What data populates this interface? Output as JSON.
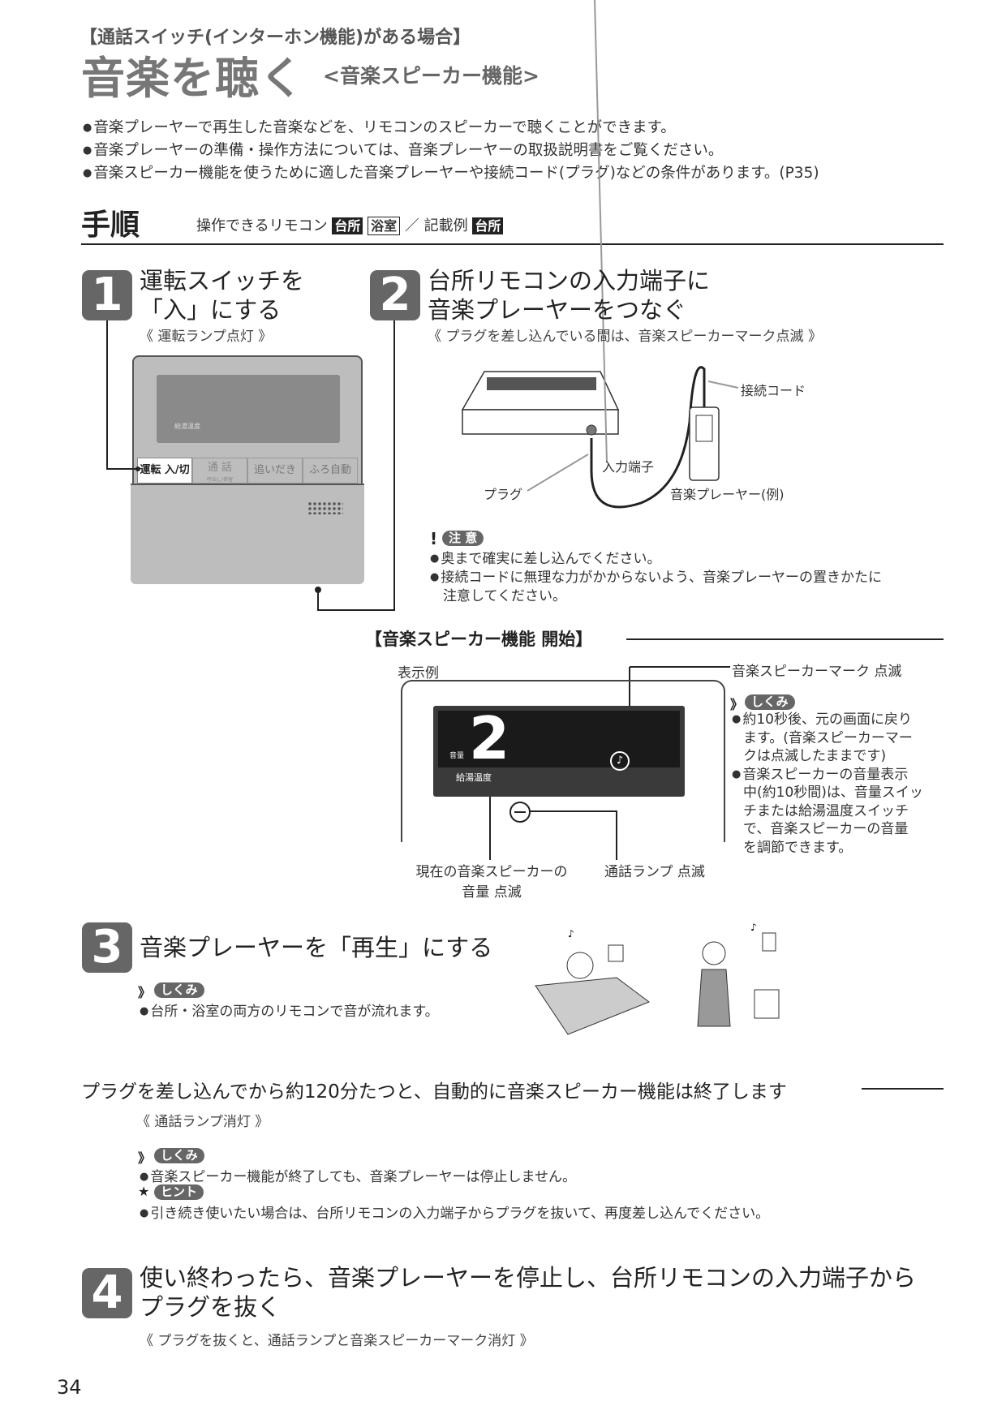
{
  "header": {
    "category": "【通話スイッチ(インターホン機能)がある場合】",
    "title": "音楽を聴く",
    "subtitle": "<音楽スピーカー機能>"
  },
  "intro": [
    "音楽プレーヤーで再生した音楽などを、リモコンのスピーカーで聴くことができます。",
    "音楽プレーヤーの準備・操作方法については、音楽プレーヤーの取扱説明書をご覧ください。",
    "音楽スピーカー機能を使うために適した音楽プレーヤーや接続コード(プラグ)などの条件があります。(P35)"
  ],
  "procedure": {
    "heading": "手順",
    "remote_label": "操作できるリモコン",
    "kitchen": "台所",
    "bath": "浴室",
    "slash": "／",
    "example_label": "記載例",
    "example": "台所"
  },
  "step1": {
    "number": "1",
    "title_line1": "運転スイッチを",
    "title_line2": "「入」にする",
    "note": "《 運転ランプ点灯 》",
    "remote": {
      "display_label": "給湯温度",
      "buttons": [
        "運転 入/切",
        "通 話",
        "追いだき",
        "ふろ自動"
      ],
      "talk_sub": "呼出し/保留"
    }
  },
  "step2": {
    "number": "2",
    "title_line1": "台所リモコンの入力端子に",
    "title_line2": "音楽プレーヤーをつなぐ",
    "note": "《 プラグを差し込んでいる間は、音楽スピーカーマーク点滅 》",
    "labels": {
      "cord": "接続コード",
      "jack": "入力端子",
      "plug": "プラグ",
      "player": "音楽プレーヤー(例)"
    },
    "caution_tag": "注 意",
    "cautions": [
      "奥まで確実に差し込んでください。",
      "接続コードに無理な力がかからないよう、音楽プレーヤーの置きかたに",
      "注意してください。"
    ]
  },
  "start_section": {
    "heading": "【音楽スピーカー機能 開始】",
    "display_example": "表示例",
    "volume_label": "音量",
    "volume_value": "2",
    "temp_label": "給湯温度",
    "note_icon": "♪",
    "mark_label": "音楽スピーカーマーク 点滅",
    "current_label_1": "現在の音楽スピーカーの",
    "current_label_2": "音量 点滅",
    "talk_lamp_label": "通話ランプ 点滅",
    "mechanism_tag": "しくみ",
    "mechanism": [
      "約10秒後、元の画面に戻り",
      "ます。(音楽スピーカーマー",
      "クは点滅したままです)",
      "音楽スピーカーの音量表示",
      "中(約10秒間)は、音量スイッ",
      "チまたは給湯温度スイッチ",
      "で、音楽スピーカーの音量",
      "を調節できます。"
    ]
  },
  "step3": {
    "number": "3",
    "title": "音楽プレーヤーを「再生」にする",
    "mechanism_tag": "しくみ",
    "mechanism": "台所・浴室の両方のリモコンで音が流れます。"
  },
  "auto_end": {
    "heading": "プラグを差し込んでから約120分たつと、自動的に音楽スピーカー機能は終了します",
    "note": "《 通話ランプ消灯 》",
    "mechanism_tag": "しくみ",
    "mechanism": "音楽スピーカー機能が終了しても、音楽プレーヤーは停止しません。",
    "hint_tag": "ヒント",
    "hint": "引き続き使いたい場合は、台所リモコンの入力端子からプラグを抜いて、再度差し込んでください。"
  },
  "step4": {
    "number": "4",
    "title_line1": "使い終わったら、音楽プレーヤーを停止し、台所リモコンの入力端子から",
    "title_line2": "プラグを抜く",
    "note": "《 プラグを抜くと、通話ランプと音楽スピーカーマーク消灯 》"
  },
  "page_number": "34"
}
